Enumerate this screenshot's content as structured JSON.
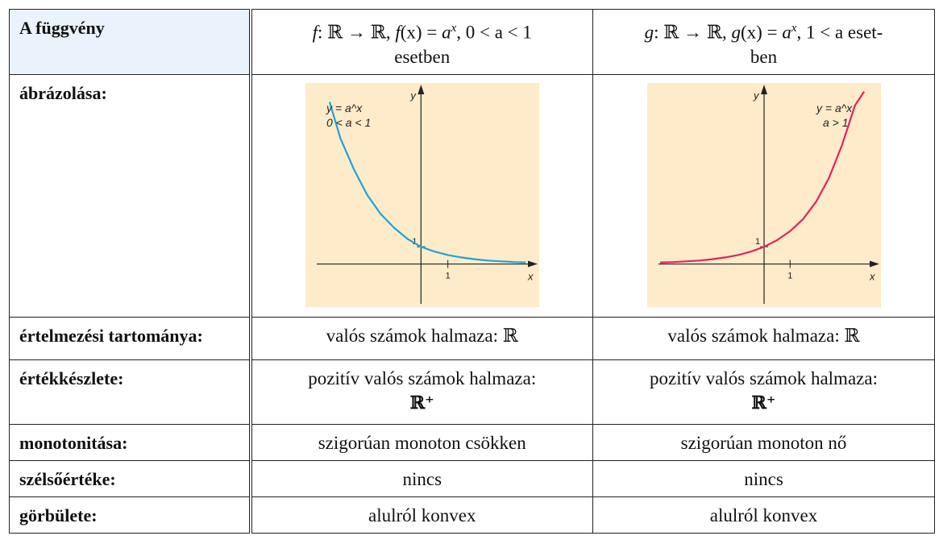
{
  "table": {
    "header": {
      "label": "A függvény",
      "col1": {
        "prefix": "f",
        "domain_map": ": ℝ → ℝ, ",
        "func_name": "f",
        "func_arg": "(x) = ",
        "base": "a",
        "exp": "x",
        "condition": ",  0 < a < 1",
        "suffix": "esetben"
      },
      "col2": {
        "prefix": "g",
        "domain_map": ": ℝ → ℝ, ",
        "func_name": "g",
        "func_arg": "(x) = ",
        "base": "a",
        "exp": "x",
        "condition": ",  1 < a eset-",
        "suffix": "ben"
      }
    },
    "graph_row": {
      "label": "ábrázolása:"
    },
    "rows": [
      {
        "label": "értelmezési tartománya:",
        "col1": "valós számok halmaza: ℝ",
        "col2": "valós számok halmaza: ℝ"
      },
      {
        "label": "értékkészlete:",
        "col1": "pozitív valós számok halmaza:",
        "col1b": "ℝ⁺",
        "col2": "pozitív valós számok halmaza:",
        "col2b": "ℝ⁺"
      },
      {
        "label": "monotonitása:",
        "col1": "szigorúan monoton csökken",
        "col2": "szigorúan monoton nő"
      },
      {
        "label": "szélsőértéke:",
        "col1": "nincs",
        "col2": "nincs"
      },
      {
        "label": "görbülete:",
        "col1": "alulról konvex",
        "col2": "alulról konvex"
      }
    ]
  },
  "colors": {
    "header_bg": "#eaf3fb",
    "plot_bg": "#fdebc9",
    "decreasing_curve": "#1ca3dc",
    "increasing_curve": "#e0245e",
    "axis": "#222222"
  },
  "chart_data": [
    {
      "type": "line",
      "title": "",
      "xlabel": "x",
      "ylabel": "y",
      "xlim": [
        -4.3,
        4.4
      ],
      "ylim": [
        -2.5,
        10.5
      ],
      "x_ticks": [
        1
      ],
      "y_ticks": [
        1
      ],
      "tick_labels": {
        "x": "1",
        "y": "1"
      },
      "annotation": [
        "y = a^x",
        "0 < a < 1"
      ],
      "series": [
        {
          "name": "",
          "x": [
            -3.4,
            -3.0,
            -2.5,
            -2.0,
            -1.5,
            -1.0,
            -0.5,
            0.0,
            0.5,
            1.0,
            1.5,
            2.0,
            2.5,
            3.0,
            3.5,
            3.9
          ],
          "y": [
            9.4,
            7.3,
            5.5,
            4.0,
            2.9,
            2.1,
            1.45,
            1.0,
            0.72,
            0.52,
            0.38,
            0.28,
            0.2,
            0.15,
            0.11,
            0.09
          ]
        }
      ]
    },
    {
      "type": "line",
      "title": "",
      "xlabel": "x",
      "ylabel": "y",
      "xlim": [
        -4.5,
        4.5
      ],
      "ylim": [
        -2.5,
        10.5
      ],
      "x_ticks": [
        1
      ],
      "y_ticks": [
        1
      ],
      "tick_labels": {
        "x": "1",
        "y": "1"
      },
      "annotation": [
        "y = a^x",
        "a > 1"
      ],
      "series": [
        {
          "name": "",
          "x": [
            -4.0,
            -3.5,
            -3.0,
            -2.5,
            -2.0,
            -1.5,
            -1.0,
            -0.5,
            0.0,
            0.5,
            1.0,
            1.5,
            2.0,
            2.5,
            3.0,
            3.5,
            3.85
          ],
          "y": [
            0.09,
            0.11,
            0.15,
            0.2,
            0.28,
            0.38,
            0.52,
            0.72,
            1.0,
            1.38,
            1.9,
            2.6,
            3.6,
            5.0,
            6.9,
            9.2,
            10.0
          ]
        }
      ]
    }
  ]
}
